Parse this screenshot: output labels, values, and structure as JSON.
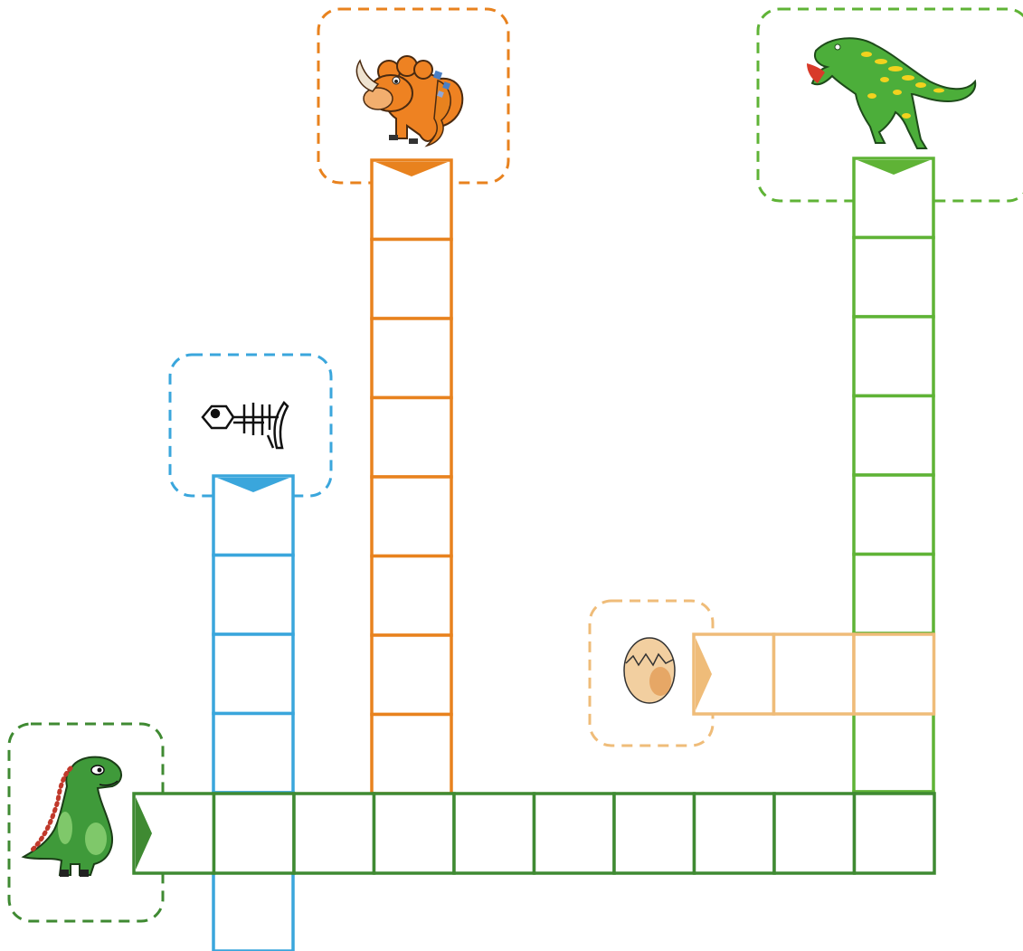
{
  "puzzle": {
    "type": "crossword-grid",
    "colors": {
      "green_dark": "#3f8a32",
      "orange": "#e8821e",
      "blue": "#3aa6dc",
      "green_light": "#5fb336",
      "peach": "#efbc79"
    },
    "clues": [
      {
        "id": "small-green-dinosaur",
        "icon": "small-green-dinosaur-icon",
        "direction": "across",
        "length": 10,
        "color": "#3f8a32"
      },
      {
        "id": "fish-skeleton",
        "icon": "fish-skeleton-icon",
        "direction": "down",
        "length": 6,
        "color": "#3aa6dc"
      },
      {
        "id": "triceratops",
        "icon": "triceratops-icon",
        "direction": "down",
        "length": 8,
        "color": "#e8821e"
      },
      {
        "id": "t-rex",
        "icon": "t-rex-icon",
        "direction": "down",
        "length": 9,
        "color": "#5fb336"
      },
      {
        "id": "dinosaur-egg",
        "icon": "dinosaur-egg-icon",
        "direction": "across",
        "length": 3,
        "color": "#efbc79"
      }
    ]
  }
}
